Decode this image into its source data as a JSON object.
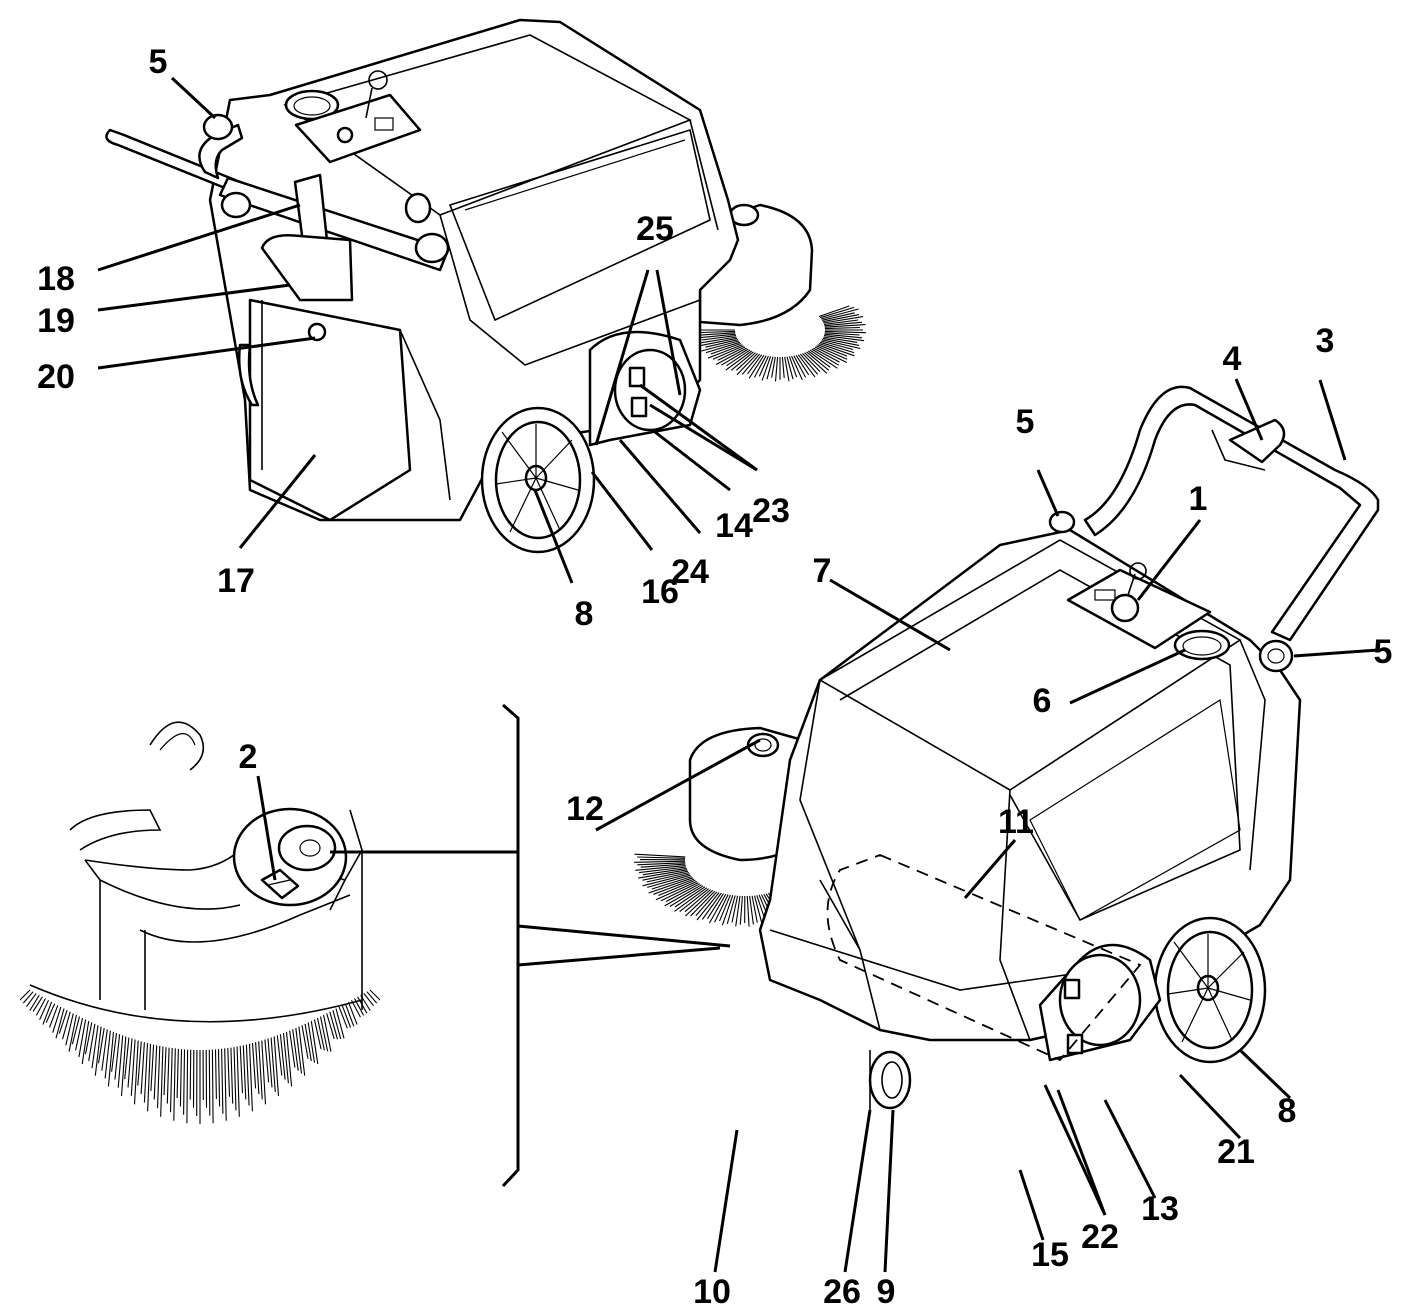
{
  "diagram": {
    "callouts": [
      {
        "id": "c5a",
        "label": "5"
      },
      {
        "id": "c18",
        "label": "18"
      },
      {
        "id": "c19",
        "label": "19"
      },
      {
        "id": "c20",
        "label": "20"
      },
      {
        "id": "c17",
        "label": "17"
      },
      {
        "id": "c8a",
        "label": "8"
      },
      {
        "id": "c16",
        "label": "16"
      },
      {
        "id": "c24",
        "label": "24"
      },
      {
        "id": "c14",
        "label": "14"
      },
      {
        "id": "c23",
        "label": "23"
      },
      {
        "id": "c25",
        "label": "25"
      },
      {
        "id": "c4",
        "label": "4"
      },
      {
        "id": "c3",
        "label": "3"
      },
      {
        "id": "c5b",
        "label": "5"
      },
      {
        "id": "c1",
        "label": "1"
      },
      {
        "id": "c7",
        "label": "7"
      },
      {
        "id": "c5c",
        "label": "5"
      },
      {
        "id": "c6",
        "label": "6"
      },
      {
        "id": "c2",
        "label": "2"
      },
      {
        "id": "c12",
        "label": "12"
      },
      {
        "id": "c11",
        "label": "11"
      },
      {
        "id": "c8b",
        "label": "8"
      },
      {
        "id": "c21",
        "label": "21"
      },
      {
        "id": "c13",
        "label": "13"
      },
      {
        "id": "c22",
        "label": "22"
      },
      {
        "id": "c15",
        "label": "15"
      },
      {
        "id": "c10",
        "label": "10"
      },
      {
        "id": "c26",
        "label": "26"
      },
      {
        "id": "c9",
        "label": "9"
      }
    ]
  }
}
